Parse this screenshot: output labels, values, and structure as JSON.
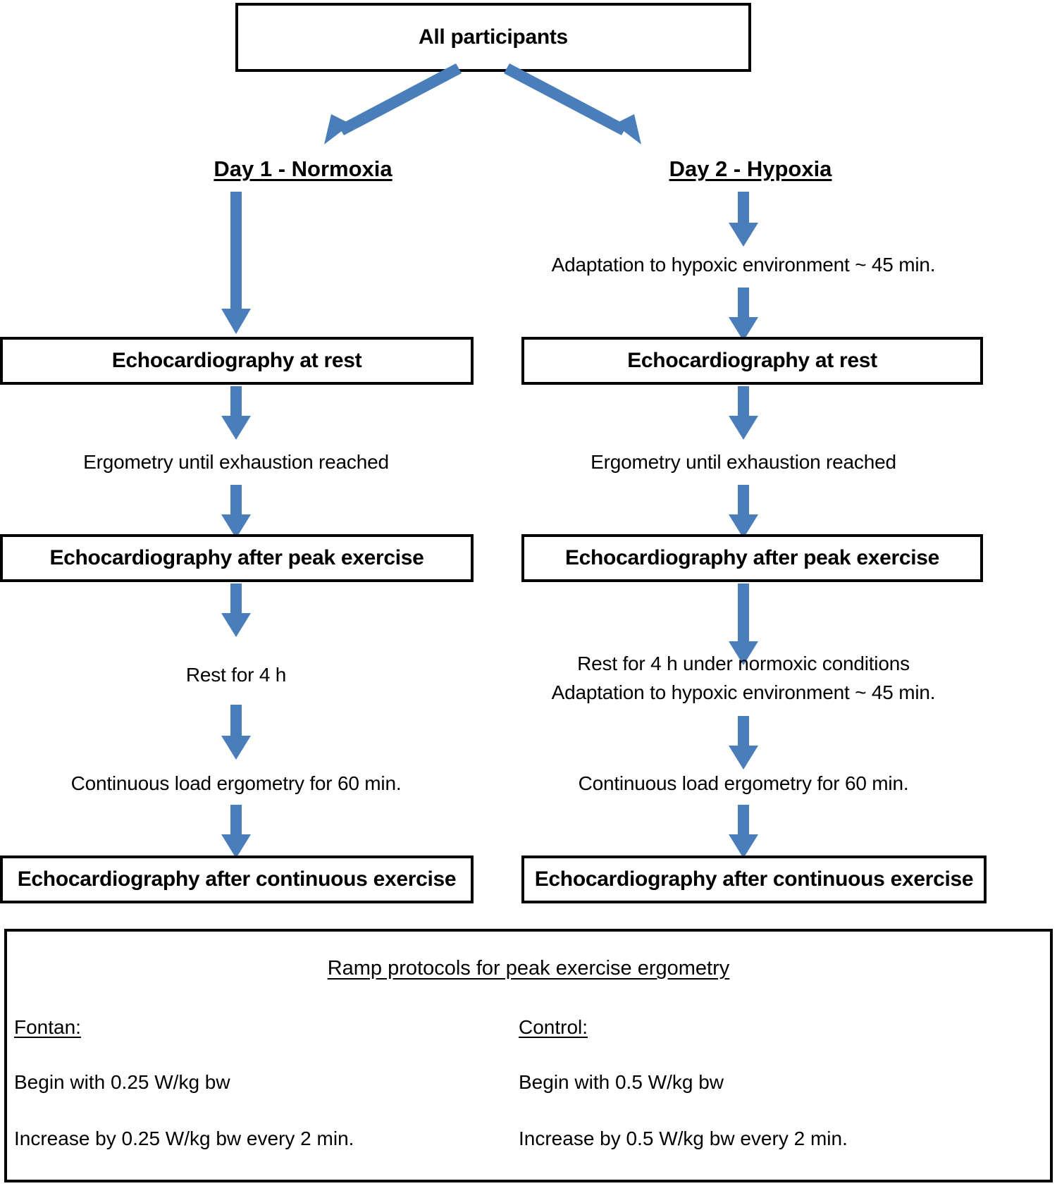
{
  "diagram": {
    "title_box": {
      "label": "All participants"
    },
    "branches": [
      {
        "id": "day1",
        "title": "Day 1 - Normoxia"
      },
      {
        "id": "day2",
        "title": "Day 2 - Hypoxia"
      }
    ],
    "left_column": {
      "steps": [
        {
          "type": "text",
          "lines": [
            "Echocardiography at rest"
          ],
          "boxed": true
        },
        {
          "type": "text",
          "lines": [
            "Ergometry until exhaustion reached"
          ],
          "boxed": false
        },
        {
          "type": "text",
          "lines": [
            "Echocardiography after peak exercise"
          ],
          "boxed": true
        },
        {
          "type": "text",
          "lines": [
            "Rest for 4 h"
          ],
          "boxed": false
        },
        {
          "type": "text",
          "lines": [
            "Continuous load ergometry for 60 min."
          ],
          "boxed": false
        },
        {
          "type": "text",
          "lines": [
            "Echocardiography after continuous exercise"
          ],
          "boxed": true
        }
      ]
    },
    "right_column": {
      "steps": [
        {
          "type": "text",
          "lines": [
            "Adaptation to hypoxic environment ~ 45 min."
          ],
          "boxed": false
        },
        {
          "type": "text",
          "lines": [
            "Echocardiography at rest"
          ],
          "boxed": true
        },
        {
          "type": "text",
          "lines": [
            "Ergometry until exhaustion reached"
          ],
          "boxed": false
        },
        {
          "type": "text",
          "lines": [
            "Echocardiography after peak exercise"
          ],
          "boxed": true
        },
        {
          "type": "text",
          "lines": [
            "Rest for 4 h under normoxic conditions",
            "Adaptation to hypoxic environment ~ 45 min."
          ],
          "boxed": false
        },
        {
          "type": "text",
          "lines": [
            "Continuous load ergometry for 60 min."
          ],
          "boxed": false
        },
        {
          "type": "text",
          "lines": [
            "Echocardiography after continuous exercise"
          ],
          "boxed": true
        }
      ]
    },
    "labels": {
      "echo_rest_left": "Echocardiography at rest",
      "echo_rest_right": "Echocardiography at rest",
      "ergometry_left": "Ergometry until exhaustion reached",
      "ergometry_right": "Ergometry until exhaustion reached",
      "echo_peak_left": "Echocardiography after peak exercise",
      "echo_peak_right": "Echocardiography after peak exercise",
      "rest_left": "Rest for 4 h",
      "rest_right_line1": "Rest for 4 h under normoxic conditions",
      "rest_right_line2": "Adaptation to hypoxic environment ~ 45 min.",
      "adaptation_right": "Adaptation to hypoxic environment ~ 45 min.",
      "continuous_left": "Continuous load ergometry for 60 min.",
      "continuous_right": "Continuous load ergometry for 60 min.",
      "echo_cont_left": "Echocardiography after continuous exercise",
      "echo_cont_right": "Echocardiography after continuous exercise"
    },
    "protocol_panel": {
      "title": "Ramp protocols for peak exercise ergometry",
      "columns": [
        {
          "heading": "Fontan:",
          "lines": [
            "Begin with 0.25 W/kg bw",
            "Increase by 0.25 W/kg bw every 2 min."
          ]
        },
        {
          "heading": "Control:",
          "lines": [
            "Begin with 0.5 W/kg bw",
            "Increase by 0.5 W/kg bw every 2 min."
          ]
        }
      ]
    },
    "colors": {
      "arrow_blue": "#4a7ebb",
      "outline_black": "#000000",
      "background": "#ffffff"
    }
  }
}
